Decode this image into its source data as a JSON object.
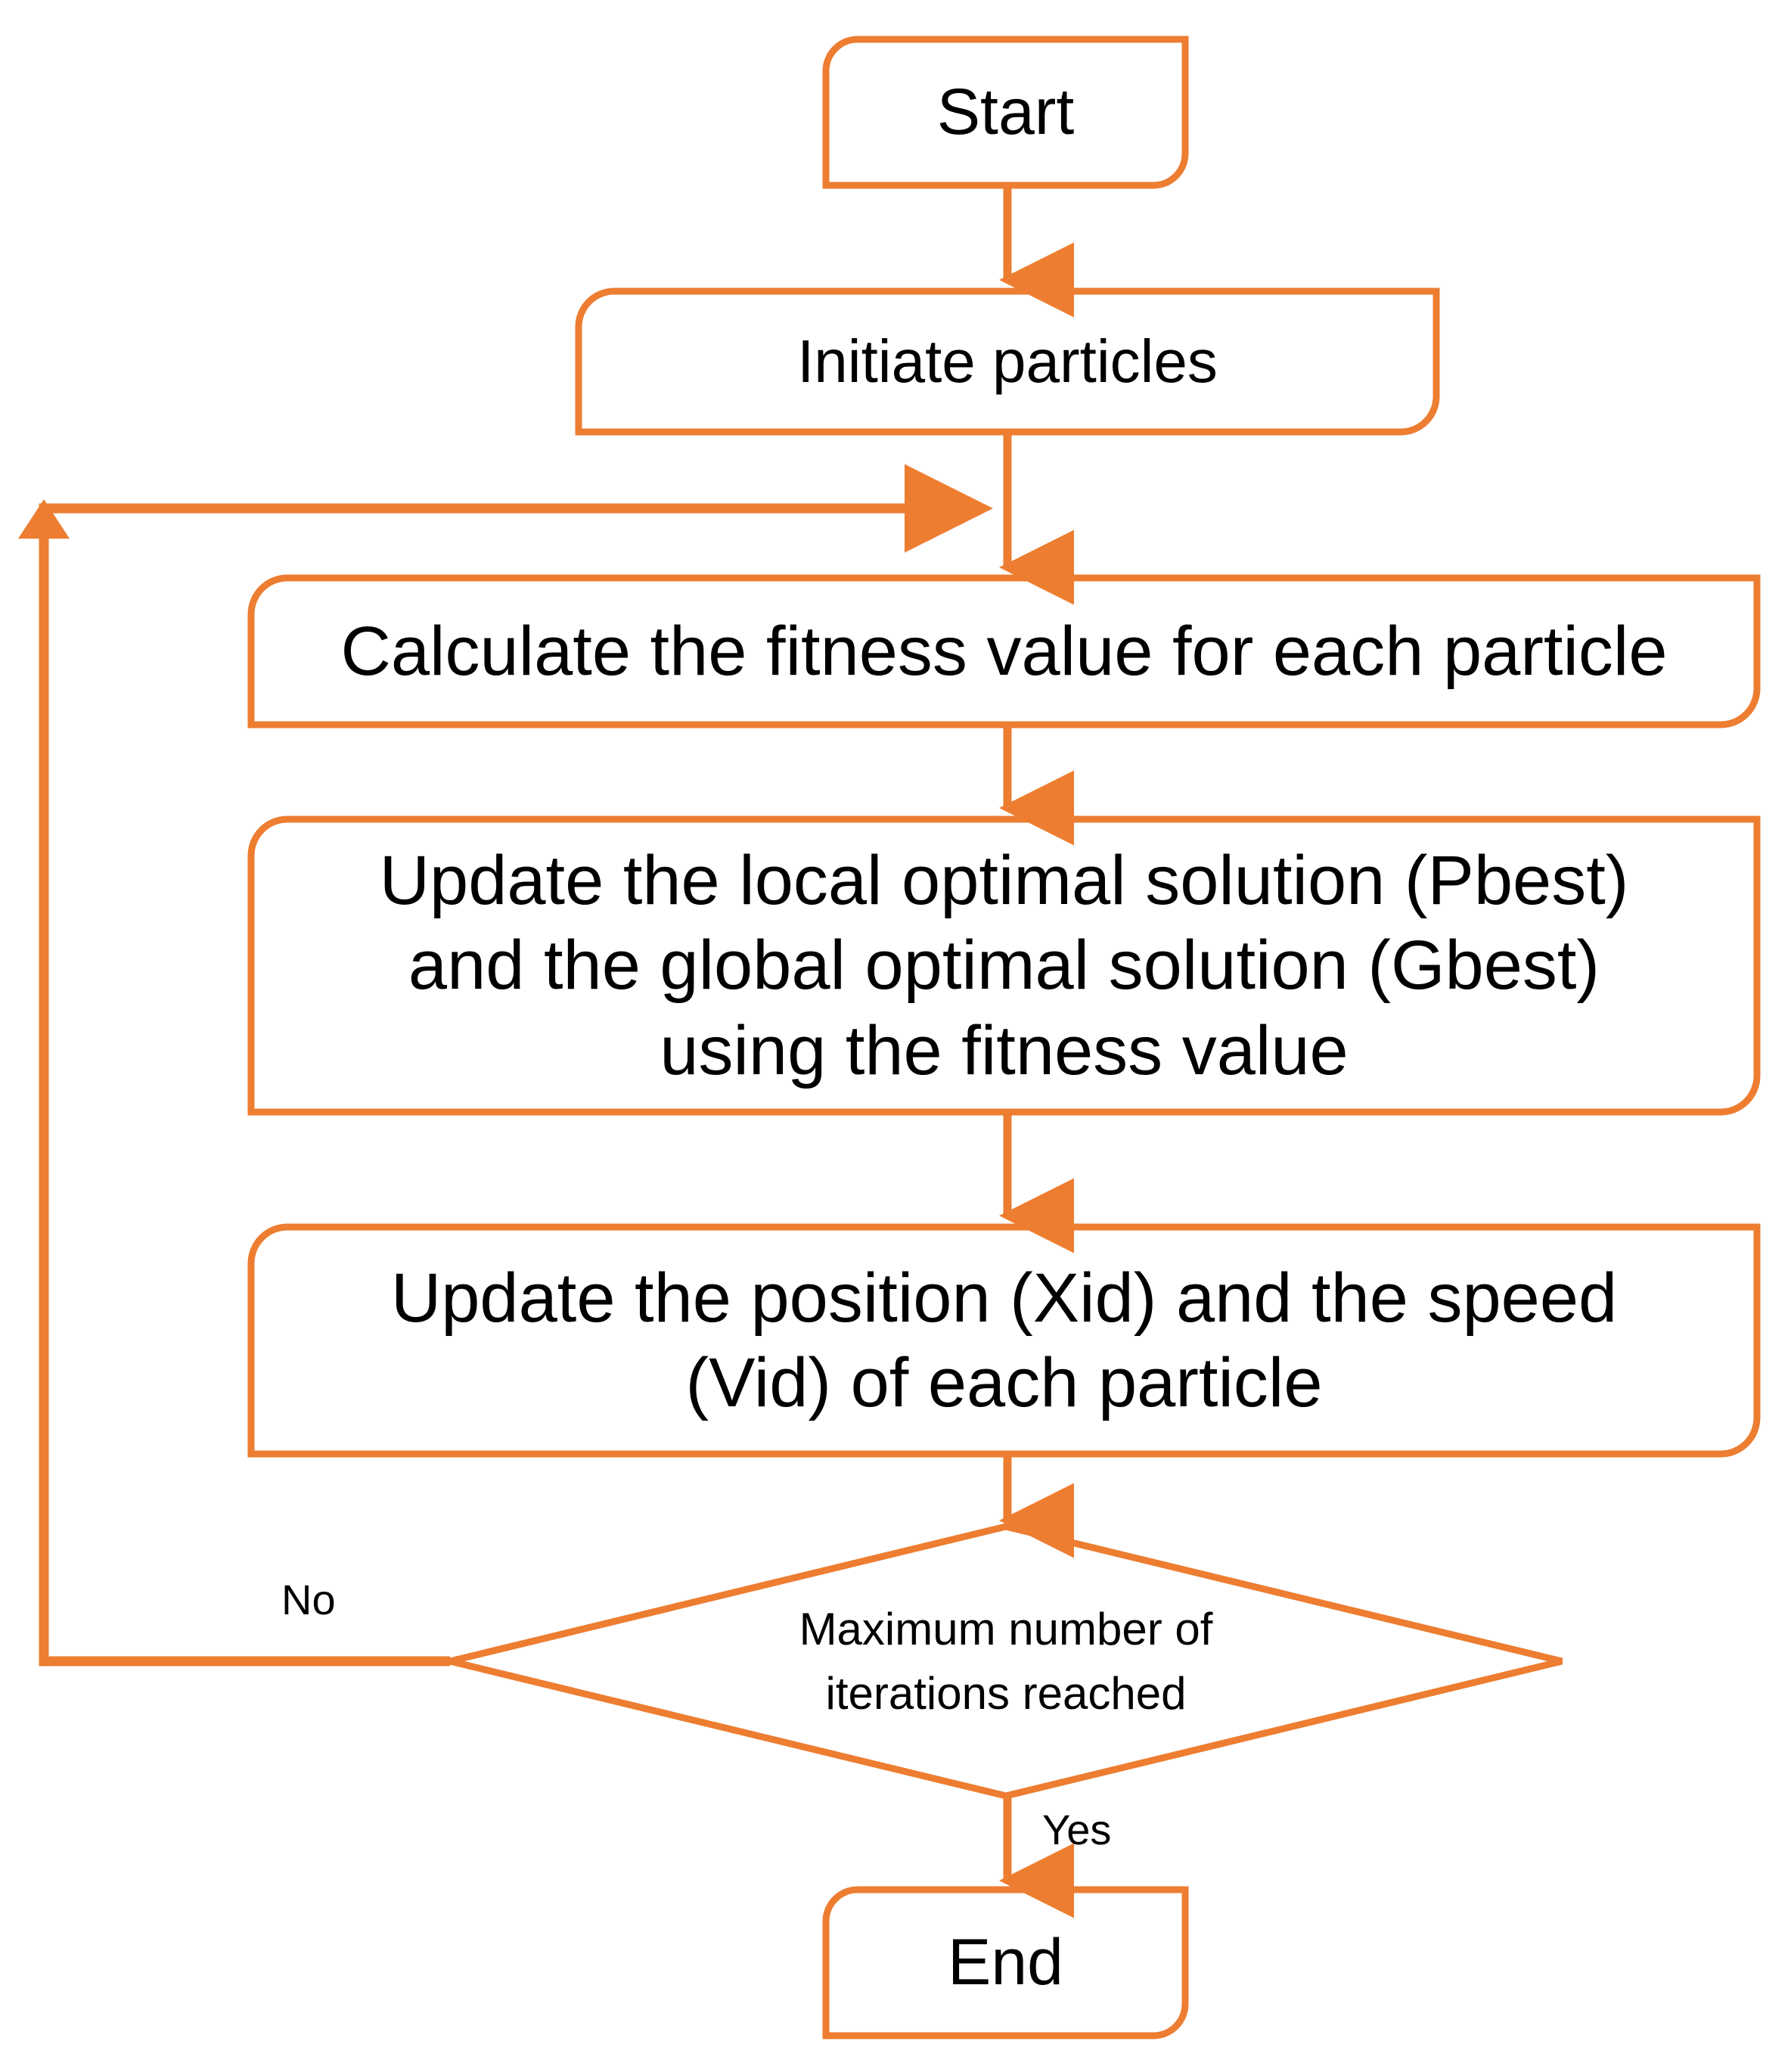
{
  "diagram": {
    "title": "Particle Swarm Optimization flowchart",
    "colors": {
      "accent": "#ED7D31",
      "stroke": "#ED7D31",
      "fill": "#FFFFFF",
      "text": "#000000",
      "background": "#FFFFFF"
    },
    "nodes": [
      {
        "id": "start",
        "shape": "rounded-rect",
        "label": "Start"
      },
      {
        "id": "initiate",
        "shape": "rounded-rect",
        "label": "Initiate particles"
      },
      {
        "id": "calculate",
        "shape": "rounded-rect",
        "label": "Calculate the fitness value for each particle"
      },
      {
        "id": "update-best",
        "shape": "rounded-rect",
        "label": "Update the local optimal solution (Pbest)\nand the global optimal solution (Gbest)\nusing the fitness value"
      },
      {
        "id": "update-pos",
        "shape": "rounded-rect",
        "label": "Update the position (Xid) and the speed\n(Vid) of each particle"
      },
      {
        "id": "decision",
        "shape": "diamond",
        "label": "Maximum number of\niterations reached"
      },
      {
        "id": "end",
        "shape": "rounded-rect",
        "label": "End"
      }
    ],
    "edges": [
      {
        "id": "e-start-initiate",
        "from": "start",
        "to": "initiate",
        "label": ""
      },
      {
        "id": "e-initiate-calculate",
        "from": "initiate",
        "to": "calculate",
        "label": ""
      },
      {
        "id": "e-calculate-updatebest",
        "from": "calculate",
        "to": "update-best",
        "label": ""
      },
      {
        "id": "e-updatebest-updatepos",
        "from": "update-best",
        "to": "update-pos",
        "label": ""
      },
      {
        "id": "e-updatepos-decision",
        "from": "update-pos",
        "to": "decision",
        "label": ""
      },
      {
        "id": "e-decision-no",
        "from": "decision",
        "to": "calculate",
        "label": "No"
      },
      {
        "id": "e-decision-yes",
        "from": "decision",
        "to": "end",
        "label": "Yes"
      }
    ],
    "edge_labels": {
      "no": "No",
      "yes": "Yes"
    }
  }
}
